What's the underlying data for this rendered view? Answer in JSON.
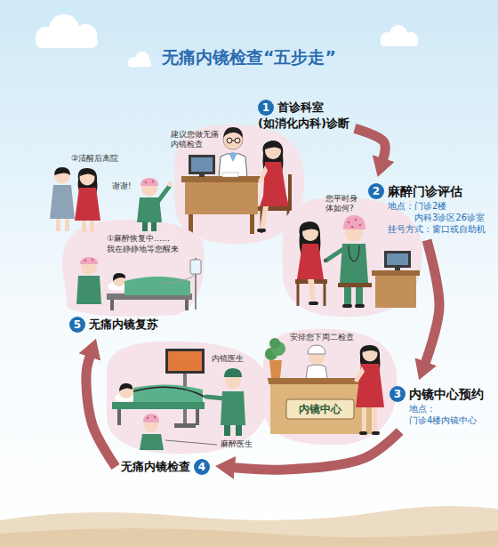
{
  "diagram": {
    "title": "无痛内镜检查“五步走”",
    "nodes": [
      {
        "text": [
          "1",
          "首诊科室 (如消化内科)诊断"
        ]
      },
      {
        "text": [
          "2",
          "麻醉门诊评估",
          "地点：门诊2楼 内科3诊区26诊室",
          "挂号方式：窗口或自助机"
        ]
      },
      {
        "text": [
          "3",
          "内镜中心预约",
          "地点： 门诊4楼内镜中心"
        ]
      },
      {
        "text": [
          "无痛内镜检查",
          "4"
        ]
      },
      {
        "text": [
          "5",
          "无痛内镜复苏"
        ]
      }
    ],
    "edges": [
      {
        "from": 0,
        "to": 1,
        "arrow": "to"
      },
      {
        "from": 1,
        "to": 2,
        "arrow": "to"
      },
      {
        "from": 2,
        "to": 3,
        "arrow": "to"
      },
      {
        "from": 3,
        "to": 4,
        "arrow": "to"
      }
    ],
    "labels": [
      "建议您做无痛内镜检查",
      "您平时身体如何?",
      "安排您下周二检查",
      "内镜中心",
      "内镜医生",
      "麻醉医生",
      "①麻醉恢复中……",
      "我在静静地等您醒来",
      "②清醒后离院",
      "谢谢!"
    ]
  }
}
